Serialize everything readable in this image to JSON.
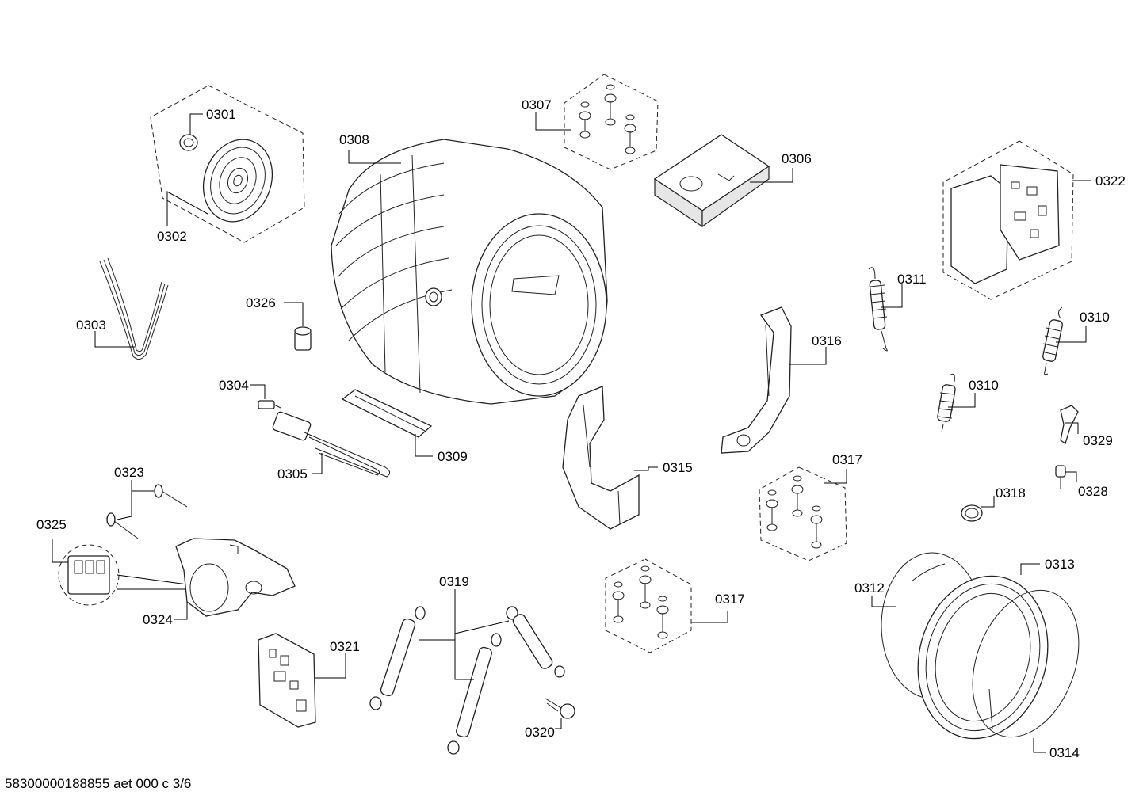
{
  "labels": {
    "p0301": "0301",
    "p0302": "0302",
    "p0303": "0303",
    "p0304": "0304",
    "p0305": "0305",
    "p0306": "0306",
    "p0307": "0307",
    "p0308": "0308",
    "p0309": "0309",
    "p0310a": "0310",
    "p0310b": "0310",
    "p0311": "0311",
    "p0312": "0312",
    "p0313": "0313",
    "p0314": "0314",
    "p0315": "0315",
    "p0316": "0316",
    "p0317a": "0317",
    "p0317b": "0317",
    "p0318": "0318",
    "p0319": "0319",
    "p0320": "0320",
    "p0321": "0321",
    "p0322": "0322",
    "p0323": "0323",
    "p0324": "0324",
    "p0325": "0325",
    "p0326": "0326",
    "p0328": "0328",
    "p0329": "0329"
  },
  "footer": "58300000188855 aet 000 c 3/6"
}
